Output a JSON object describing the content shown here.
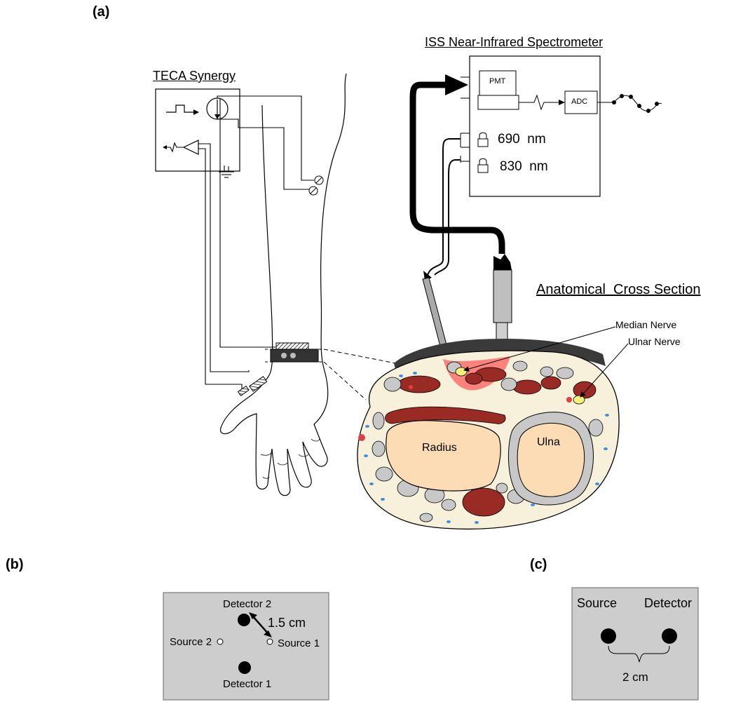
{
  "panel_labels": {
    "a": "(a)",
    "b": "(b)",
    "c": "(c)"
  },
  "panel_a": {
    "teca_title": "TECA Synergy",
    "iss_title": "ISS Near-Infrared Spectrometer",
    "pmt_label": "PMT",
    "adc_label": "ADC",
    "wavelength_1": "690  nm",
    "wavelength_2": "830  nm",
    "cross_section_title": "Anatomical  Cross Section",
    "median_nerve": "Median Nerve",
    "ulnar_nerve": "Ulnar Nerve",
    "radius": "Radius",
    "ulna": "Ulna"
  },
  "panel_b": {
    "detector_2": "Detector 2",
    "detector_1": "Detector 1",
    "source_1": "Source 1",
    "source_2": "Source 2",
    "distance": "1.5 cm"
  },
  "panel_c": {
    "source": "Source",
    "detector": "Detector",
    "distance": "2 cm"
  },
  "colors": {
    "tissue": "#f7f1dc",
    "bone": "#fbdcb4",
    "muscle": "#9a2b24",
    "grey_tissue": "#c8c8c8",
    "probe_pad": "#3a3a3a",
    "light_region": "#ff5c5c",
    "vessel_blue": "#3f8fd6",
    "nerve_yellow": "#f4f07a",
    "panel_bg": "#cdcdcd"
  }
}
